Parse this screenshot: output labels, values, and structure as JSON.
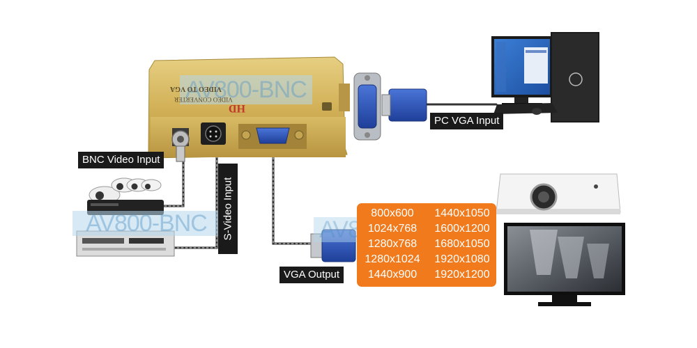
{
  "labels": {
    "bnc_input": "BNC Video Input",
    "svideo_input": "S-Video Input",
    "vga_output": "VGA Output",
    "pc_vga_input": "PC VGA Input"
  },
  "device": {
    "model_watermark": "AV800-BNC",
    "brand_mark": "HD",
    "product_line_1": "VIDEO TO VGA",
    "product_line_2": "VIDEO CONVERTER"
  },
  "watermarks": {
    "left": "AV800-BNC",
    "center": "AV800-BNC"
  },
  "resolutions": [
    [
      "800x600",
      "1440x1050"
    ],
    [
      "1024x768",
      "1600x1200"
    ],
    [
      "1280x768",
      "1680x1050"
    ],
    [
      "1280x1024",
      "1920x1080"
    ],
    [
      "1440x900",
      "1920x1200"
    ]
  ],
  "colors": {
    "device_gold": "#d4b45a",
    "resolution_box": "#f07a1c",
    "label_background": "#1a1a1a",
    "vga_blue": "#2a4fb5"
  }
}
